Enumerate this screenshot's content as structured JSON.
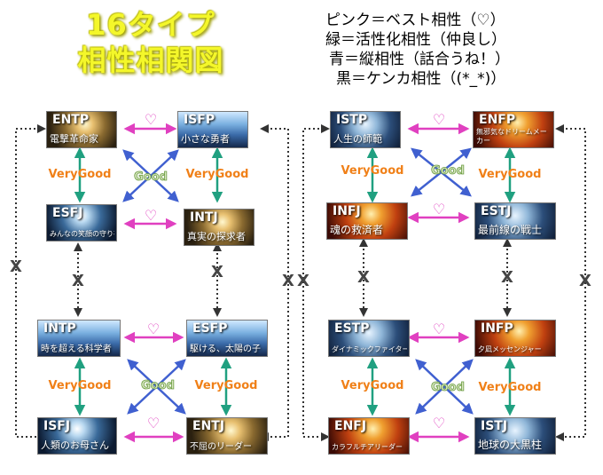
{
  "title": {
    "line1": "16タイプ",
    "line2": "相性相関図"
  },
  "legend": [
    "ピンク＝ベスト相性（♡）",
    "緑＝活性化相性（仲良し）",
    "青＝縦相性（話合うね！）",
    "黒＝ケンカ相性（(*_*)）"
  ],
  "labels": {
    "very_good": "VeryGood",
    "good": "Good",
    "x": "X",
    "heart": "♡"
  },
  "cards": [
    {
      "id": "entp",
      "code": "ENTP",
      "sub": "電撃革命家"
    },
    {
      "id": "isfp",
      "code": "ISFP",
      "sub": "小さな勇者"
    },
    {
      "id": "esfj",
      "code": "ESFJ",
      "sub": "みんなの笑顔の守り神"
    },
    {
      "id": "intj",
      "code": "INTJ",
      "sub": "真実の探求者"
    },
    {
      "id": "intp",
      "code": "INTP",
      "sub": "時を超える科学者"
    },
    {
      "id": "esfp",
      "code": "ESFP",
      "sub": "駆ける、太陽の子"
    },
    {
      "id": "isfj",
      "code": "ISFJ",
      "sub": "人類のお母さん"
    },
    {
      "id": "entj",
      "code": "ENTJ",
      "sub": "不屈のリーダー"
    },
    {
      "id": "istp",
      "code": "ISTP",
      "sub": "人生の師範"
    },
    {
      "id": "enfp",
      "code": "ENFP",
      "sub": "無邪気なドリームメーカー"
    },
    {
      "id": "infj",
      "code": "INFJ",
      "sub": "魂の救済者"
    },
    {
      "id": "estj",
      "code": "ESTJ",
      "sub": "最前線の戦士"
    },
    {
      "id": "estp",
      "code": "ESTP",
      "sub": "ダイナミックファイター"
    },
    {
      "id": "infp",
      "code": "INFP",
      "sub": "夕凪メッセンジャー"
    },
    {
      "id": "enfj",
      "code": "ENFJ",
      "sub": "カラフルチアリーダー"
    },
    {
      "id": "istj",
      "code": "ISTJ",
      "sub": "地球の大黒柱"
    }
  ],
  "colors": {
    "best": "#e040c0",
    "active": "#20a080",
    "vertical": "#4060d0",
    "fight": "#333333",
    "title": "#f4f72a"
  }
}
